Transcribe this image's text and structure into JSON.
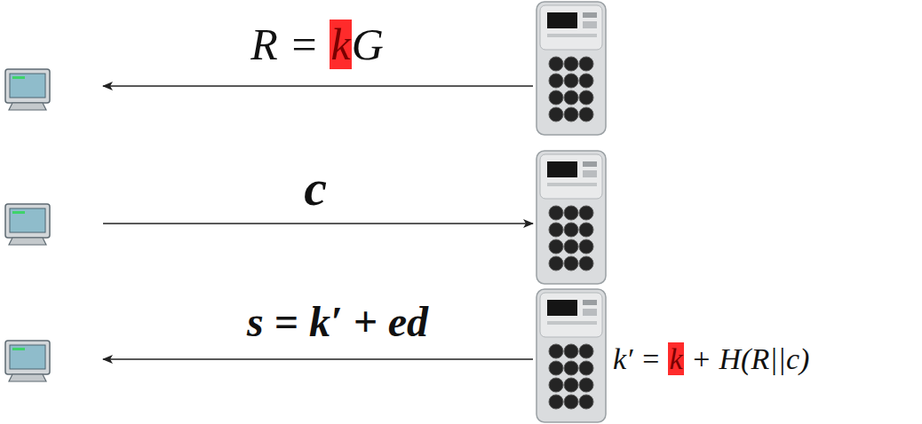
{
  "diagram": {
    "labels": [
      "R = kG",
      "c",
      "s = k′ + ed",
      "k′ = k + H(R||c)"
    ]
  }
}
